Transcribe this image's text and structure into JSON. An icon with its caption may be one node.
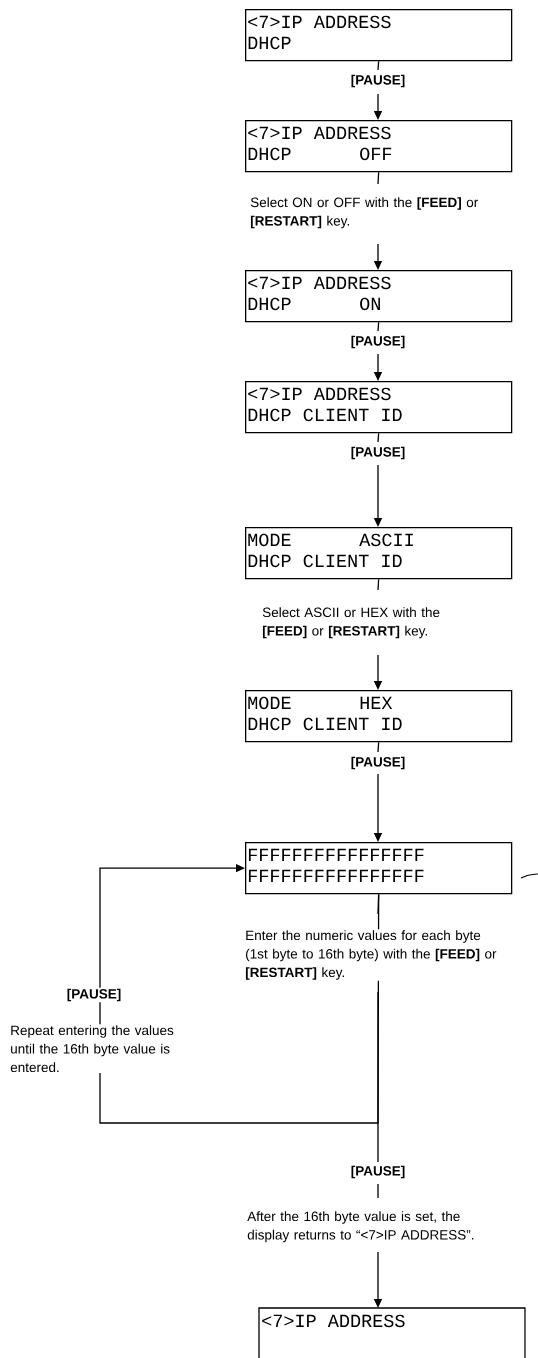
{
  "diagram": {
    "nodes": [
      {
        "text": [
          "<7>IP ADDRESS",
          "DHCP"
        ]
      },
      {
        "text": [
          "<7>IP ADDRESS",
          "DHCP",
          "OFF"
        ]
      },
      {
        "text": [
          "<7>IP ADDRESS",
          "DHCP",
          "ON"
        ]
      },
      {
        "text": [
          "<7>IP ADDRESS",
          "DHCP CLIENT ID"
        ]
      },
      {
        "text": [
          "MODE",
          "ASCII",
          "DHCP CLIENT ID"
        ]
      },
      {
        "text": [
          "MODE",
          "HEX",
          "DHCP CLIENT ID"
        ]
      },
      {
        "text": [
          "FFFFFFFFFFFFFFFF",
          "FFFFFFFFFFFFFFFF"
        ]
      },
      {
        "text": [
          "<7>IP ADDRESS"
        ]
      }
    ],
    "edges": [
      {
        "from": 0,
        "to": 1,
        "arrow": "to",
        "label": "[PAUSE]"
      },
      {
        "from": 1,
        "to": 2,
        "arrow": "to",
        "label": "Select ON or OFF with the **[FEED]** or **[RESTART]** key."
      },
      {
        "from": 2,
        "to": 3,
        "arrow": "to",
        "label": "[PAUSE]"
      },
      {
        "from": 3,
        "to": 4,
        "arrow": "to",
        "label": "[PAUSE]"
      },
      {
        "from": 4,
        "to": 5,
        "arrow": "to",
        "label": "Select ASCII or HEX with the **[FEED]** or **[RESTART]** key."
      },
      {
        "from": 5,
        "to": 6,
        "arrow": "to",
        "label": "[PAUSE]"
      },
      {
        "from": 6,
        "to": 7,
        "arrow": "to",
        "label": "Enter the numeric values for each byte (1st byte to 16th byte) with the **[FEED]** or **[RESTART]** key."
      },
      {
        "from": 6,
        "to": 6,
        "arrow": "to",
        "label": "[PAUSE]"
      }
    ],
    "labels": [
      "Repeat entering the values until the 16th byte value is entered.",
      "[PAUSE]",
      "After the 16th byte value is set, the display returns to “<7>IP ADDRESS”."
    ]
  }
}
